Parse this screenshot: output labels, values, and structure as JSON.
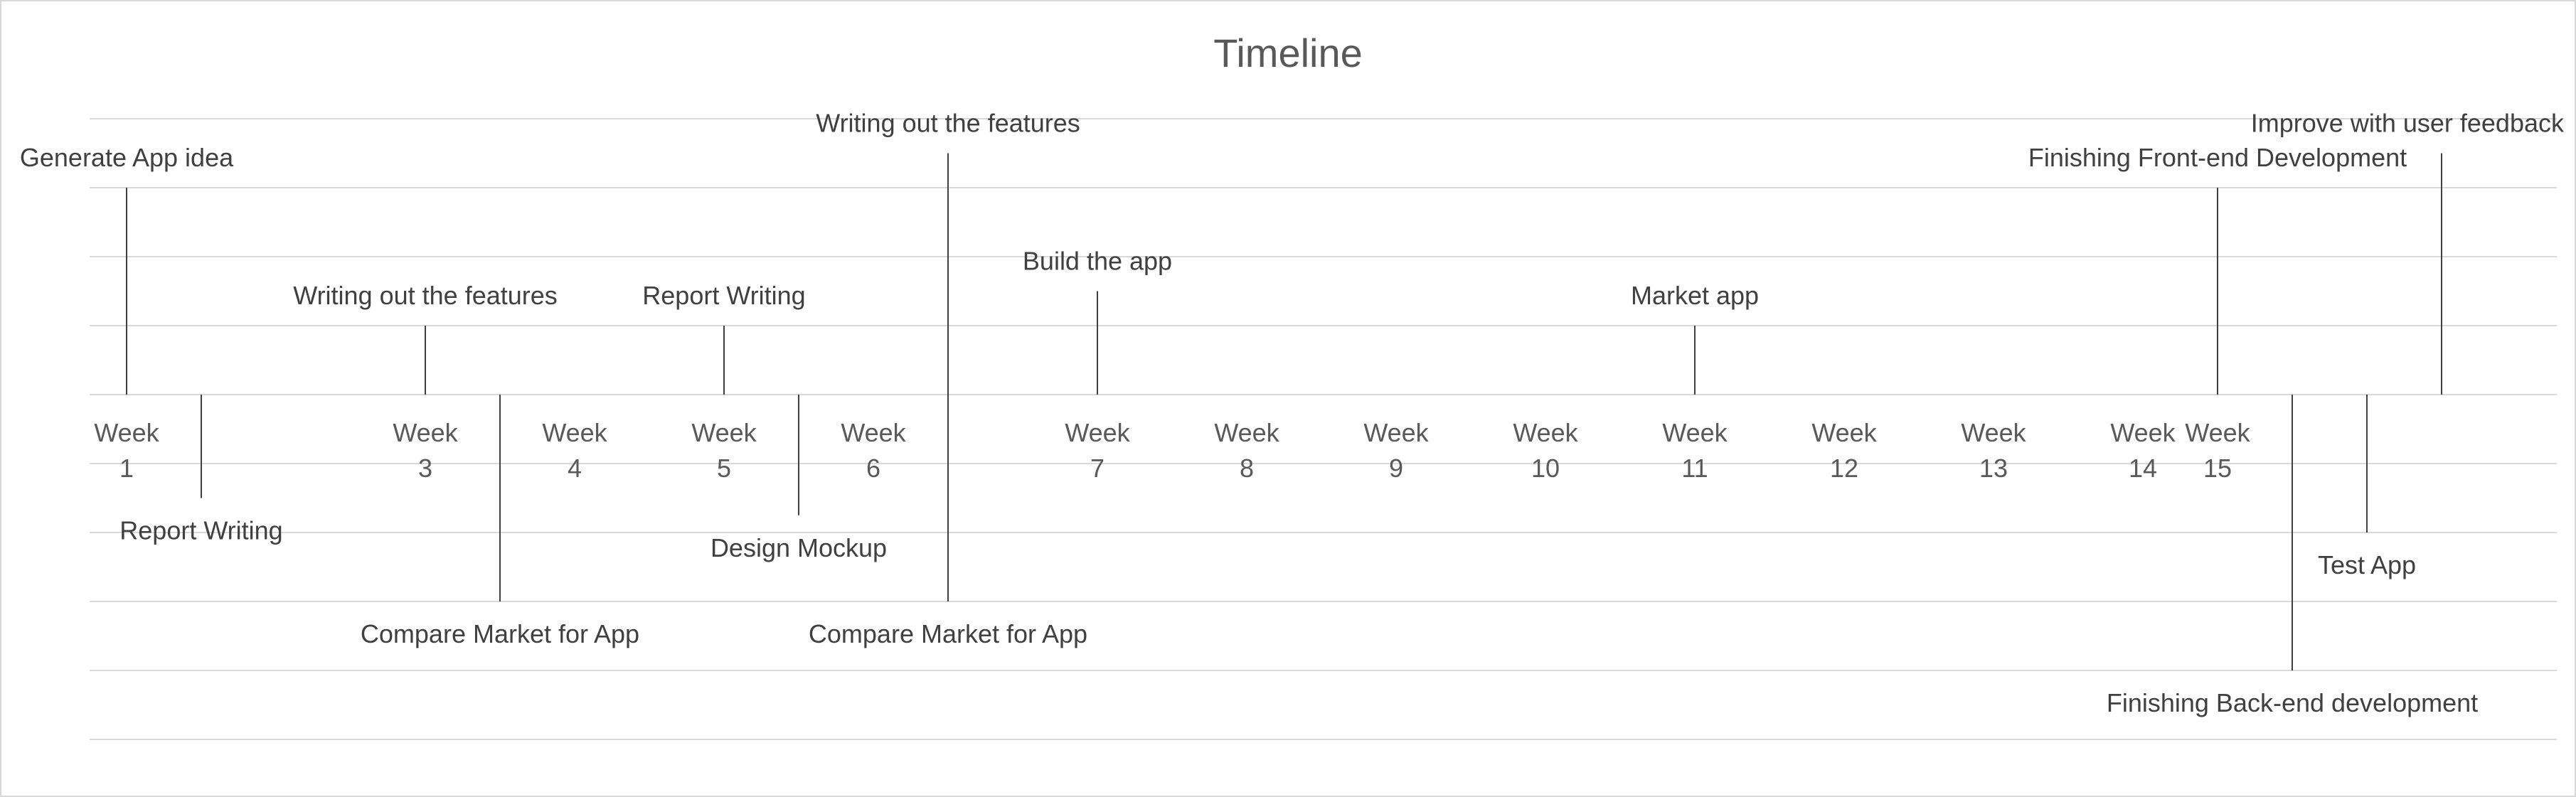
{
  "chart_data": {
    "type": "timeline",
    "title": "Timeline",
    "xlim": [
      0.5,
      16.5
    ],
    "ylim": [
      -5,
      4
    ],
    "grid": true,
    "tick_labels": [
      {
        "x": 1,
        "line1": "Week",
        "line2": "1"
      },
      {
        "x": 3,
        "line1": "Week",
        "line2": "3"
      },
      {
        "x": 4,
        "line1": "Week",
        "line2": "4"
      },
      {
        "x": 5,
        "line1": "Week",
        "line2": "5"
      },
      {
        "x": 6,
        "line1": "Week",
        "line2": "6"
      },
      {
        "x": 7.5,
        "line1": "Week",
        "line2": "7"
      },
      {
        "x": 8.5,
        "line1": "Week",
        "line2": "8"
      },
      {
        "x": 9.5,
        "line1": "Week",
        "line2": "9"
      },
      {
        "x": 10.5,
        "line1": "Week",
        "line2": "10"
      },
      {
        "x": 11.5,
        "line1": "Week",
        "line2": "11"
      },
      {
        "x": 12.5,
        "line1": "Week",
        "line2": "12"
      },
      {
        "x": 13.5,
        "line1": "Week",
        "line2": "13"
      },
      {
        "x": 14.5,
        "line1": "Week",
        "line2": "14"
      },
      {
        "x": 15,
        "line1": "Week",
        "line2": "15"
      }
    ],
    "milestones": [
      {
        "x": 1,
        "y": 3,
        "label": "Generate App idea"
      },
      {
        "x": 1.5,
        "y": -1.5,
        "label": "Report Writing"
      },
      {
        "x": 3,
        "y": 1,
        "label": "Writing out the features"
      },
      {
        "x": 3.5,
        "y": -3,
        "label": "Compare Market for App"
      },
      {
        "x": 5,
        "y": 1,
        "label": "Report Writing"
      },
      {
        "x": 5.5,
        "y": -1.75,
        "label": "Design Mockup"
      },
      {
        "x": 6.5,
        "y": 3.5,
        "label": "Writing out the features"
      },
      {
        "x": 6.5,
        "y": -3,
        "label": "Compare Market for App"
      },
      {
        "x": 7.5,
        "y": 1.5,
        "label": "Build the app"
      },
      {
        "x": 11.5,
        "y": 1,
        "label": "Market app"
      },
      {
        "x": 15,
        "y": 3,
        "label": "Finishing Front-end Development"
      },
      {
        "x": 15.5,
        "y": -4,
        "label": "Finishing Back-end development"
      },
      {
        "x": 16,
        "y": -2,
        "label": "Test App"
      },
      {
        "x": 16.5,
        "y": 3.5,
        "label": "Improve with user feedback"
      }
    ]
  }
}
